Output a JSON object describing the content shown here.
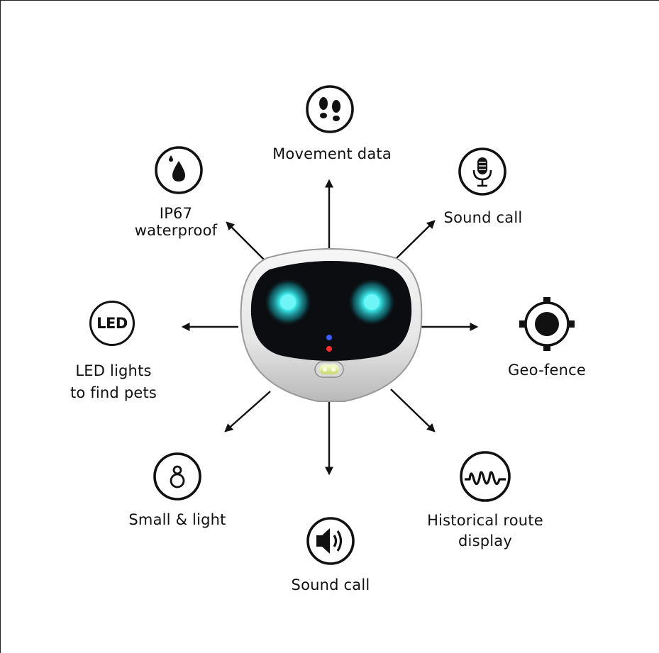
{
  "features": {
    "movement": {
      "label": "Movement data",
      "icon": "footprints-icon"
    },
    "sound_call_top": {
      "label": "Sound call",
      "icon": "microphone-icon"
    },
    "geofence": {
      "label": "Geo-fence",
      "icon": "target-icon"
    },
    "history": {
      "label_1": "Historical route",
      "label_2": "display",
      "icon": "waveform-icon"
    },
    "sound_call_bottom": {
      "label": "Sound call",
      "icon": "speaker-icon"
    },
    "small_light": {
      "label": "Small & light",
      "icon": "weight-icon"
    },
    "led": {
      "label_1": "LED lights",
      "label_2": "to find pets",
      "icon": "led-icon",
      "icon_text": "LED"
    },
    "waterproof": {
      "label_1": "IP67",
      "label_2": "waterproof",
      "icon": "water-drop-icon"
    }
  },
  "colors": {
    "ink": "#111111",
    "device_shell": "#e9e9e9",
    "device_face": "#0b0d10",
    "eye_glow": "#39e6e6"
  }
}
